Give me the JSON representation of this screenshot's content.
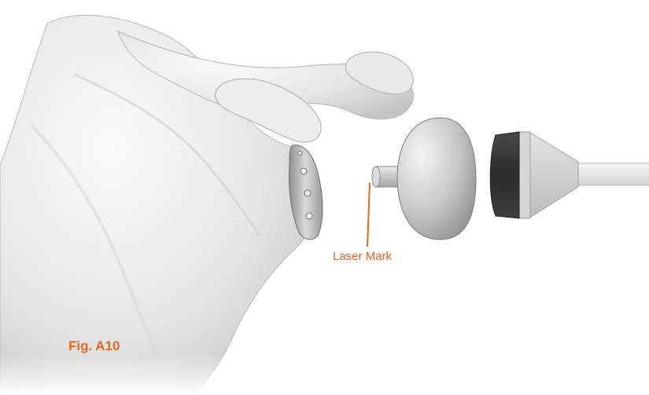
{
  "figure_label": "Fig. A10",
  "callout": {
    "label": "Laser Mark"
  },
  "colors": {
    "accent": "#e3661f",
    "bone_light": "#f2f2f2",
    "bone_shadow": "#c9c9c9",
    "implant_gray": "#bdbdbd",
    "dark_band": "#333333"
  },
  "parts": [
    "scapula-bone",
    "baseplate",
    "glenosphere",
    "impactor"
  ]
}
